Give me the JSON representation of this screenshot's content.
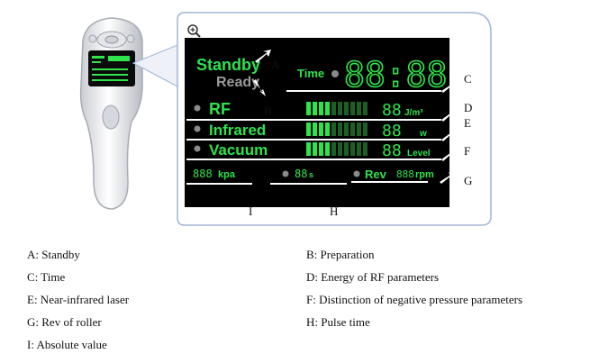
{
  "display": {
    "standby": "Standby",
    "ready": "Ready",
    "time_label": "Time",
    "time_value": "88:88",
    "rf_label": "RF",
    "rf_value": "88",
    "rf_unit": "J/m³",
    "infrared_label": "Infrared",
    "infrared_value": "88",
    "infrared_unit": "w",
    "vacuum_label": "Vacuum",
    "vacuum_value": "88",
    "vacuum_unit": "Level",
    "kpa_value": "888",
    "kpa_unit": "kpa",
    "pulse_value": "88",
    "pulse_unit": "s",
    "rev_label": "Rev",
    "rev_value": "888",
    "rev_unit": "rpm"
  },
  "callouts": {
    "a": "A",
    "b": "B",
    "c": "C",
    "d": "D",
    "e": "E",
    "f": "F",
    "g": "G",
    "h": "H",
    "i": "I"
  },
  "legend": {
    "a": "A: Standby",
    "b": "B: Preparation",
    "c": "C: Time",
    "d": "D: Energy of RF parameters",
    "e": "E: Near-infrared laser",
    "f": "F: Distinction of negative pressure parameters",
    "g": "G: Rev of roller",
    "h": "H: Pulse time",
    "i": "I: Absolute value"
  },
  "colors": {
    "lcd_green": "#2fe34a",
    "lcd_dim": "#1b5f25",
    "lcd_bg": "#000000",
    "bubble_border": "#9fb6d6"
  },
  "icons": {
    "zoom": "zoom-in-icon"
  }
}
